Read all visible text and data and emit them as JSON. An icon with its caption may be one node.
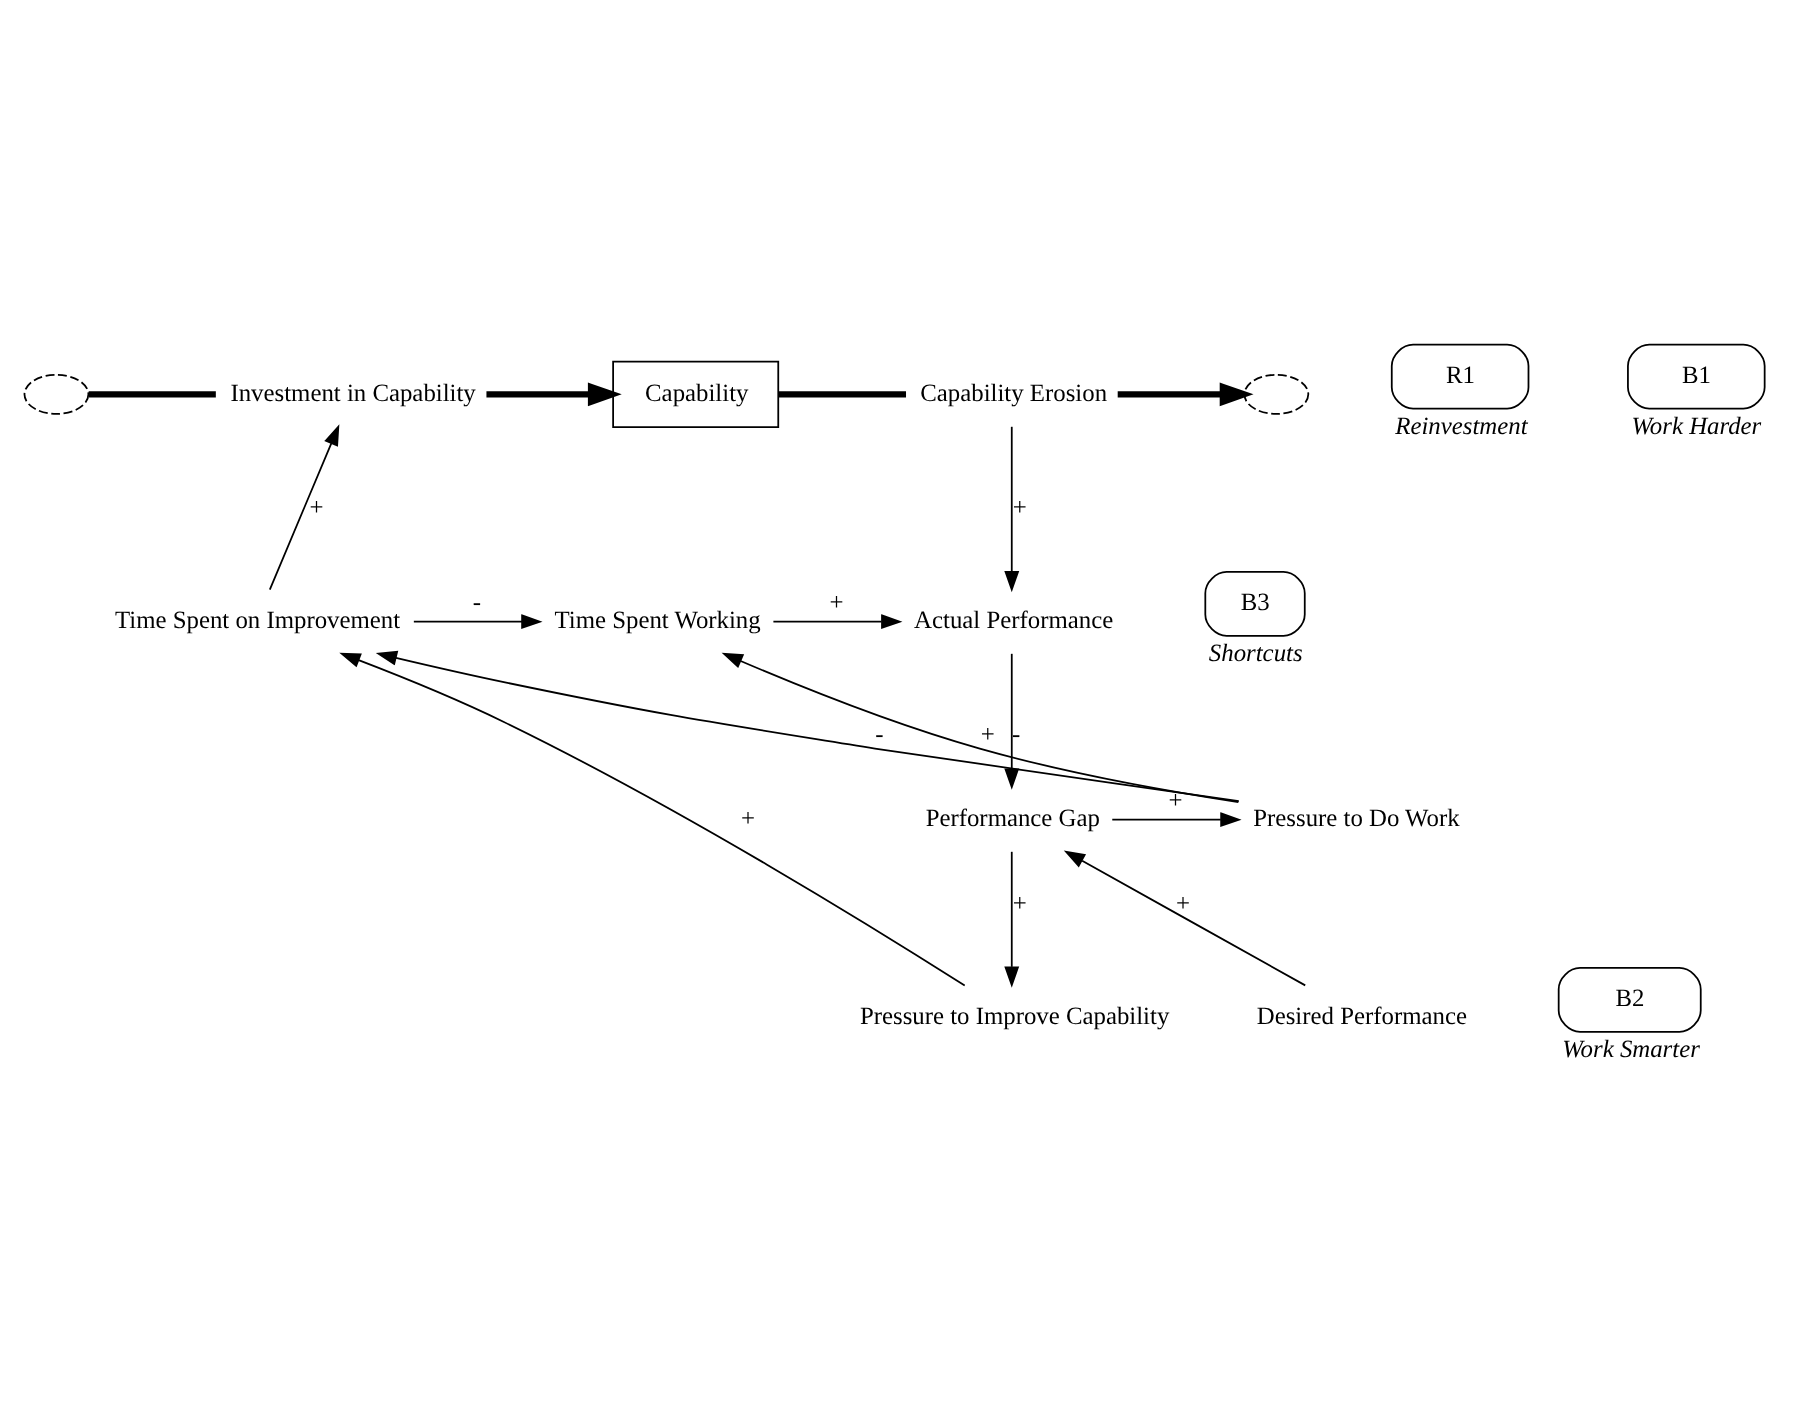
{
  "diagram": {
    "nodes": [
      {
        "text": [],
        "shape": "cloud"
      },
      {
        "text": [
          "Capability"
        ]
      },
      {
        "text": [],
        "shape": "cloud"
      },
      {
        "text": [
          "Investment in Capability"
        ]
      },
      {
        "text": [
          "Capability Erosion"
        ]
      },
      {
        "text": [
          "Time Spent on Improvement"
        ]
      },
      {
        "text": [
          "Time Spent Working"
        ]
      },
      {
        "text": [
          "Actual Performance"
        ]
      },
      {
        "text": [
          "Pressure to Do Work"
        ]
      },
      {
        "text": [
          "Performance Gap"
        ]
      },
      {
        "text": [
          "Pressure to Improve Capability"
        ]
      },
      {
        "text": [
          "Desired Performance"
        ]
      },
      {
        "text": [
          "R1"
        ],
        "beside": [
          "Reinvestment"
        ]
      },
      {
        "text": [
          "B3"
        ],
        "beside": [
          "Shortcuts"
        ]
      },
      {
        "text": [
          "B1"
        ],
        "beside": [
          "Work Harder"
        ]
      },
      {
        "text": [
          "B2"
        ],
        "beside": [
          "Work Smarter"
        ]
      }
    ],
    "edges": [
      {
        "from": 0,
        "to": 3,
        "arrow": "none",
        "style": "thick"
      },
      {
        "from": 3,
        "to": 1,
        "arrow": "to",
        "style": "thick"
      },
      {
        "from": 1,
        "to": 4,
        "arrow": "none",
        "style": "thick"
      },
      {
        "from": 4,
        "to": 2,
        "arrow": "to",
        "style": "thick"
      },
      {
        "from": 5,
        "to": 3,
        "arrow": "to",
        "label": "+"
      },
      {
        "from": 5,
        "to": 6,
        "arrow": "to",
        "label": "-"
      },
      {
        "from": 6,
        "to": 7,
        "arrow": "to",
        "label": "+"
      },
      {
        "from": 4,
        "to": 7,
        "arrow": "to",
        "label": "+"
      },
      {
        "from": 7,
        "to": 9,
        "arrow": "to",
        "label": "-"
      },
      {
        "from": 9,
        "to": 8,
        "arrow": "to",
        "label": "+"
      },
      {
        "from": 8,
        "to": 6,
        "arrow": "to",
        "label": "+"
      },
      {
        "from": 8,
        "to": 5,
        "arrow": "to",
        "label": "-"
      },
      {
        "from": 9,
        "to": 10,
        "arrow": "to",
        "label": "+"
      },
      {
        "from": 10,
        "to": 5,
        "arrow": "to",
        "label": "+"
      },
      {
        "from": 11,
        "to": 9,
        "arrow": "to",
        "label": "+"
      }
    ]
  }
}
